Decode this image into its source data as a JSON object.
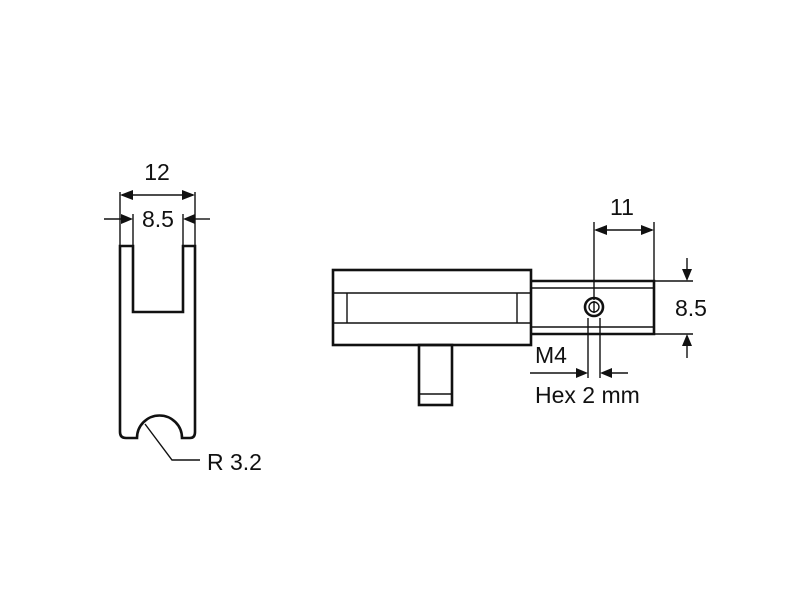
{
  "left_view": {
    "dim_outer_width": "12",
    "dim_slot_width": "8.5",
    "radius_label": "R 3.2"
  },
  "right_view": {
    "dim_screw_offset": "11",
    "dim_height": "8.5",
    "thread_label": "M4",
    "hex_label": "Hex 2 mm"
  }
}
